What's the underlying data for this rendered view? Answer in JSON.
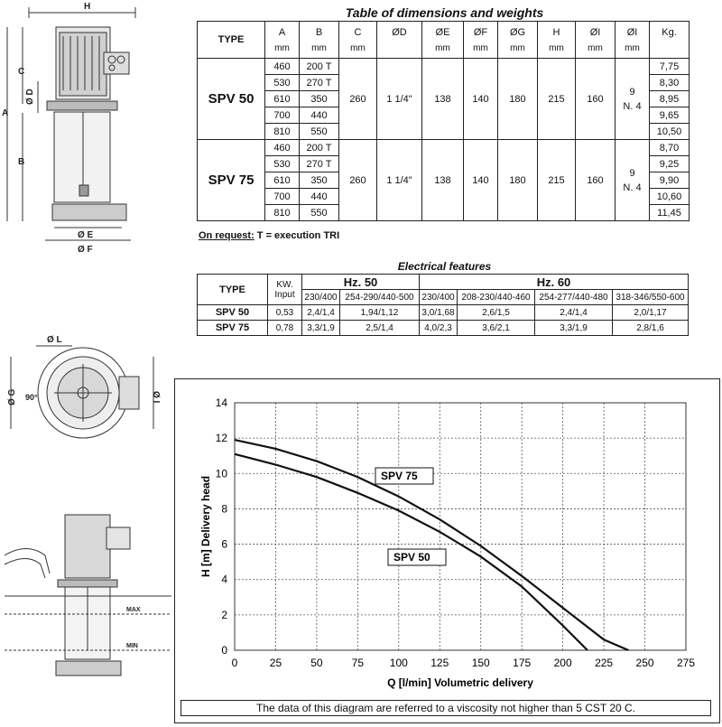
{
  "table1": {
    "title": "Table of dimensions and weights",
    "headers": [
      {
        "label": "TYPE",
        "unit": ""
      },
      {
        "label": "A",
        "unit": "mm"
      },
      {
        "label": "B",
        "unit": "mm"
      },
      {
        "label": "C",
        "unit": "mm"
      },
      {
        "label": "ØD",
        "unit": ""
      },
      {
        "label": "ØE",
        "unit": "mm"
      },
      {
        "label": "ØF",
        "unit": "mm"
      },
      {
        "label": "ØG",
        "unit": "mm"
      },
      {
        "label": "H",
        "unit": "mm"
      },
      {
        "label": "ØI",
        "unit": "mm"
      },
      {
        "label": "ØI",
        "unit": "mm"
      },
      {
        "label": "Kg.",
        "unit": ""
      }
    ],
    "models": [
      {
        "name": "SPV  50",
        "rows": [
          [
            "460",
            "200 T"
          ],
          [
            "530",
            "270 T"
          ],
          [
            "610",
            "350"
          ],
          [
            "700",
            "440"
          ],
          [
            "810",
            "550"
          ]
        ],
        "C": "260",
        "D": "1  1/4\"",
        "E": "138",
        "F": "140",
        "G": "180",
        "H": "215",
        "I": "160",
        "I2": "9",
        "I2b": "N. 4",
        "kg": [
          "7,75",
          "8,30",
          "8,95",
          "9,65",
          "10,50"
        ]
      },
      {
        "name": "SPV  75",
        "rows": [
          [
            "460",
            "200 T"
          ],
          [
            "530",
            "270 T"
          ],
          [
            "610",
            "350"
          ],
          [
            "700",
            "440"
          ],
          [
            "810",
            "550"
          ]
        ],
        "C": "260",
        "D": "1  1/4\"",
        "E": "138",
        "F": "140",
        "G": "180",
        "H": "215",
        "I": "160",
        "I2": "9",
        "I2b": "N. 4",
        "kg": [
          "8,70",
          "9,25",
          "9,90",
          "10,60",
          "11,45"
        ]
      }
    ],
    "note_label": "On request:",
    "note_text": " T = execution  TRI"
  },
  "table2": {
    "title": "Electrical features",
    "type_label": "TYPE",
    "kw_label": "KW.",
    "kw_sub": "Input",
    "hz50": "Hz. 50",
    "hz60": "Hz. 60",
    "sub": [
      "230/400",
      "254-290/440-500",
      "230/400",
      "208-230/440-460",
      "254-277/440-480",
      "318-346/550-600"
    ],
    "rows": [
      {
        "name": "SPV  50",
        "kw": "0,53",
        "vals": [
          "2,4/1,4",
          "1,94/1,12",
          "3,0/1,68",
          "2,6/1,5",
          "2,4/1,4",
          "2,0/1,17"
        ]
      },
      {
        "name": "SPV  75",
        "kw": "0,78",
        "vals": [
          "3,3/1,9",
          "2,5/1,4",
          "4,0/2,3",
          "3,6/2,1",
          "3,3/1,9",
          "2,8/1,6"
        ]
      }
    ]
  },
  "drawing_labels": {
    "H": "H",
    "C": "C",
    "A": "A",
    "D": "Ø D",
    "B": "B",
    "E": "Ø E",
    "F": "Ø F",
    "L": "Ø L",
    "G": "Ø G",
    "deg": "90°",
    "I": "Ø I",
    "max": "MAX",
    "min": "MIN"
  },
  "chart_data": {
    "type": "line",
    "xlabel": "Q [l/min] Volumetric delivery",
    "ylabel": "H [m] Delivery head",
    "xlim": [
      0,
      275
    ],
    "ylim": [
      0,
      14
    ],
    "xticks": [
      0,
      25,
      50,
      75,
      100,
      125,
      150,
      175,
      200,
      225,
      250,
      275
    ],
    "yticks": [
      0,
      2,
      4,
      6,
      8,
      10,
      12,
      14
    ],
    "grid": true,
    "series": [
      {
        "name": "SPV 75",
        "x": [
          0,
          25,
          50,
          75,
          100,
          125,
          150,
          175,
          200,
          225,
          240
        ],
        "y": [
          11.9,
          11.4,
          10.7,
          9.8,
          8.7,
          7.4,
          5.9,
          4.2,
          2.4,
          0.6,
          0
        ]
      },
      {
        "name": "SPV 50",
        "x": [
          0,
          25,
          50,
          75,
          100,
          125,
          150,
          175,
          200,
          215
        ],
        "y": [
          11.1,
          10.5,
          9.8,
          8.9,
          7.9,
          6.7,
          5.3,
          3.6,
          1.4,
          0
        ]
      }
    ],
    "note": "The data of this diagram are referred to a viscosity not higher than 5 CST 20  C."
  }
}
